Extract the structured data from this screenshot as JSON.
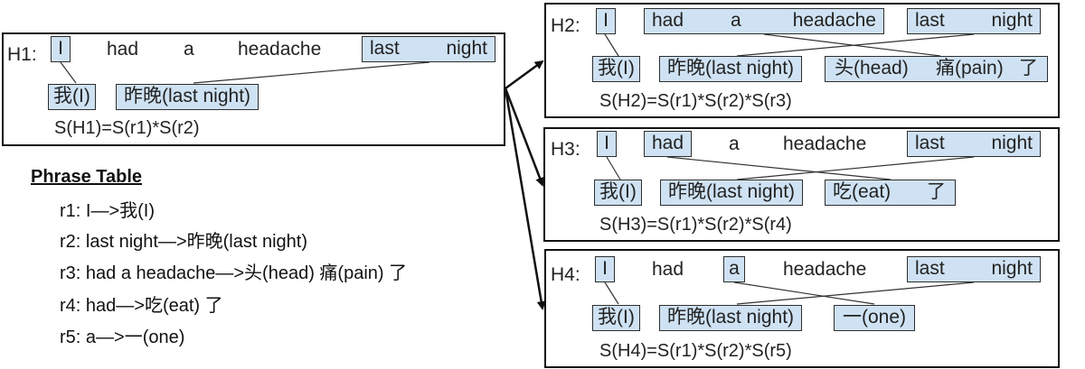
{
  "hypotheses": [
    {
      "label": "H1:",
      "source": [
        "I",
        "had",
        "a",
        "headache",
        "last",
        "night"
      ],
      "target": [
        "我(I)",
        "昨晚(last night)"
      ],
      "score": "S(H1)=S(r1)*S(r2)"
    },
    {
      "label": "H2:",
      "source": [
        "I",
        "had",
        "a",
        "headache",
        "last",
        "night"
      ],
      "target": [
        "我(I)",
        "昨晚(last night)",
        "头(head)",
        "痛(pain)",
        "了"
      ],
      "score": "S(H2)=S(r1)*S(r2)*S(r3)"
    },
    {
      "label": "H3:",
      "source": [
        "I",
        "had",
        "a",
        "headache",
        "last",
        "night"
      ],
      "target": [
        "我(I)",
        "昨晚(last night)",
        "吃(eat)",
        "了"
      ],
      "score": "S(H3)=S(r1)*S(r2)*S(r4)"
    },
    {
      "label": "H4:",
      "source": [
        "I",
        "had",
        "a",
        "headache",
        "last",
        "night"
      ],
      "target": [
        "我(I)",
        "昨晚(last night)",
        "一(one)"
      ],
      "score": "S(H4)=S(r1)*S(r2)*S(r5)"
    }
  ],
  "phrase_table": {
    "title": "Phrase Table",
    "rules": [
      "r1: I—>我(I)",
      "r2: last night—>昨晚(last night)",
      "r3: had a headache—>头(head) 痛(pain) 了",
      "r4: had—>吃(eat) 了",
      "r5: a—>一(one)"
    ]
  },
  "colors": {
    "highlight": "#cfe2f3",
    "border": "#111111"
  }
}
